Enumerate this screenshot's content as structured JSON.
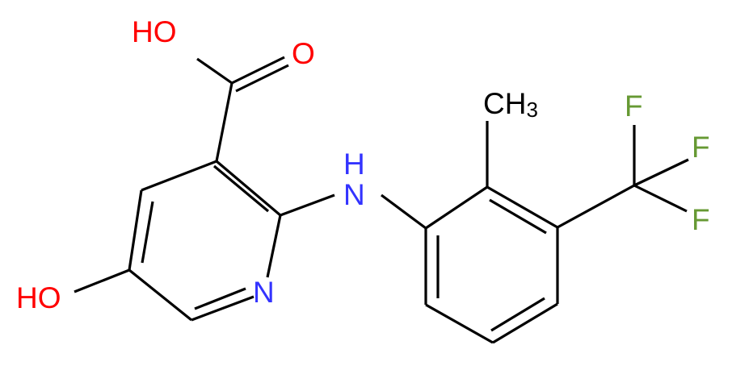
{
  "colors": {
    "background": "#ffffff",
    "bond": "#000000",
    "oxygen": "#ff0000",
    "nitrogen": "#3333ff",
    "fluorine": "#669933",
    "carbon": "#000000"
  },
  "atoms": {
    "carboxyl_oh": "HO",
    "carbonyl_o": "O",
    "methyl_c": "CH",
    "methyl_h_count": "3",
    "amine_nh": "H",
    "amine_n": "N",
    "fluorine_1": "F",
    "fluorine_2": "F",
    "fluorine_3": "F",
    "hydroxy_oh": "HO",
    "pyridine_n": "N"
  }
}
